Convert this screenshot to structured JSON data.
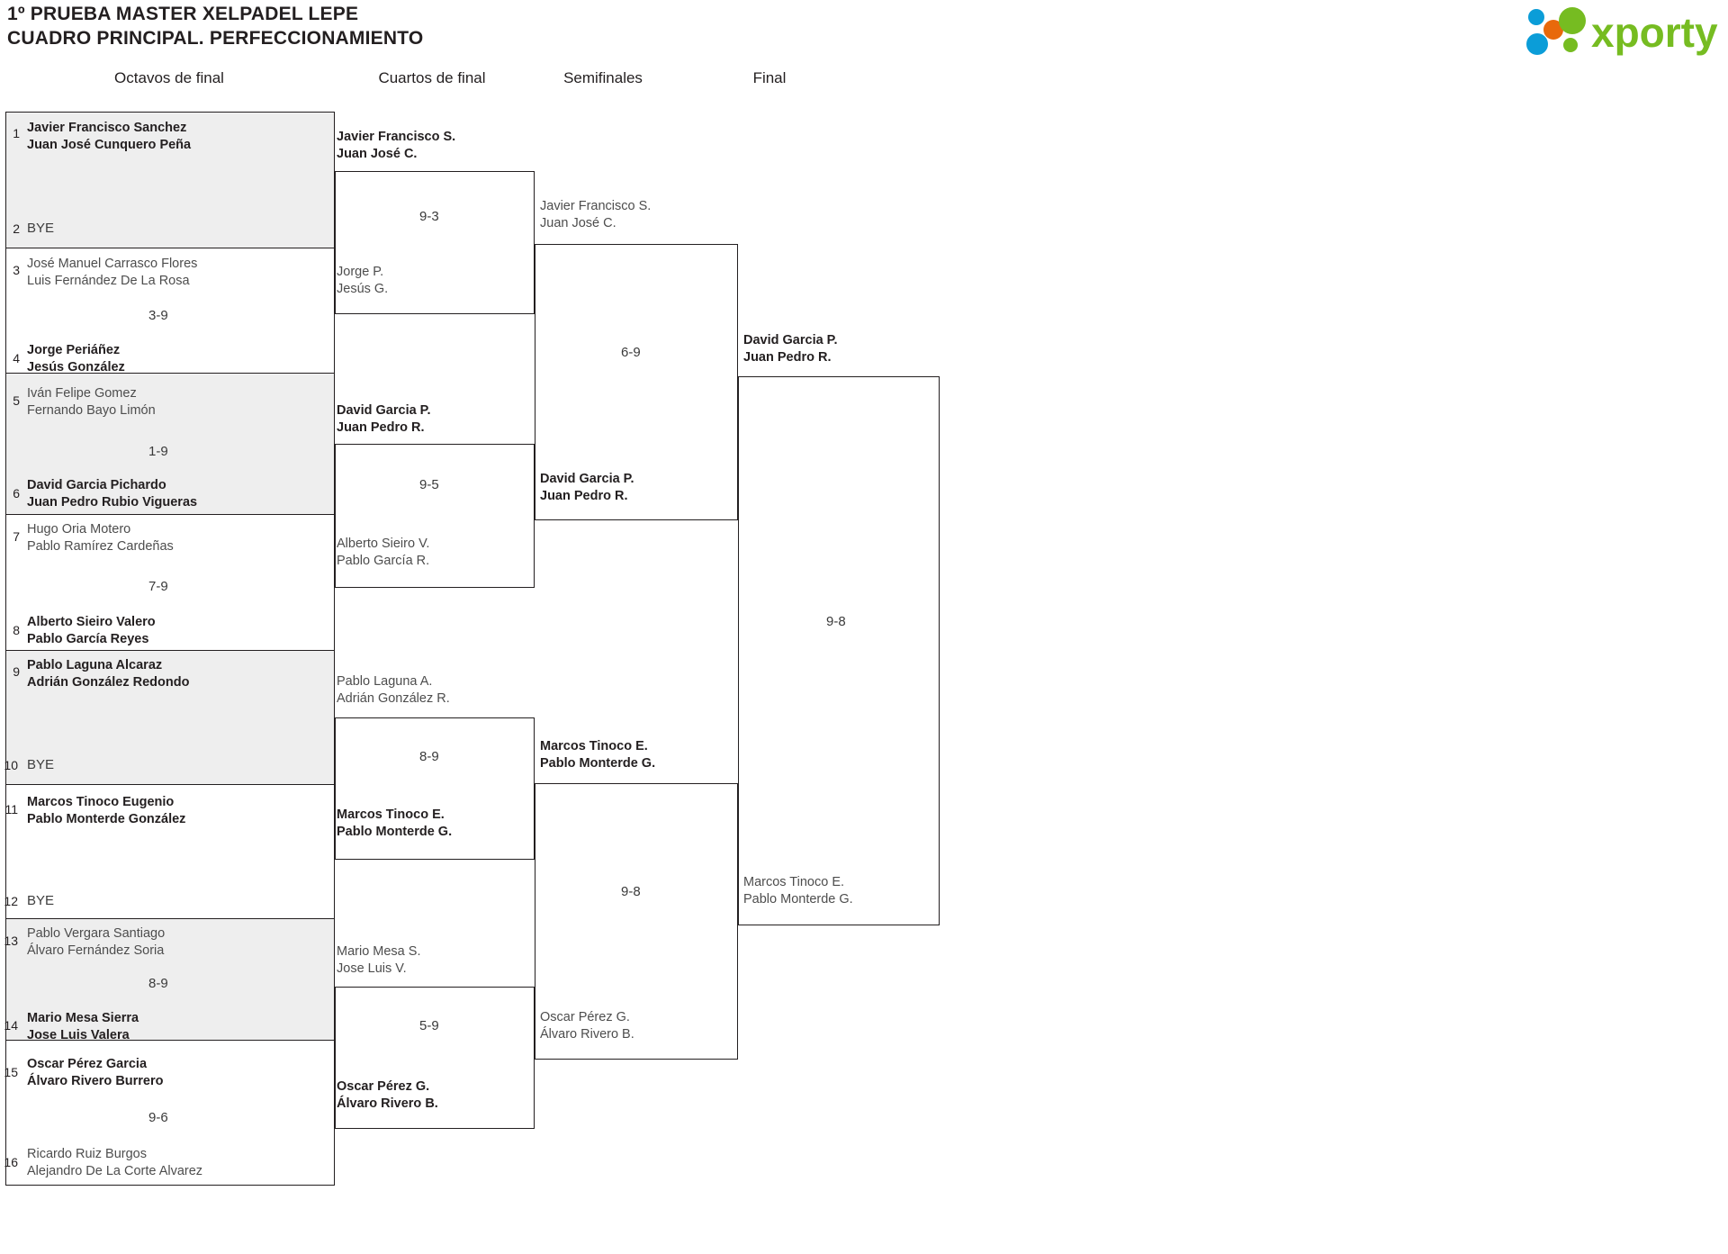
{
  "header": {
    "title_line1": "1º PRUEBA MASTER XELPADEL LEPE",
    "title_line2": "CUADRO PRINCIPAL. PERFECCIONAMIENTO",
    "logo_text": "xporty"
  },
  "rounds": [
    {
      "label": "Octavos de final"
    },
    {
      "label": "Cuartos de final"
    },
    {
      "label": "Semifinales"
    },
    {
      "label": "Final"
    }
  ],
  "round1": {
    "entries": [
      {
        "seed": "1",
        "p1": "Javier Francisco Sanchez",
        "p2": "Juan José Cunquero Peña",
        "winner": true
      },
      {
        "seed": "2",
        "bye": "BYE"
      },
      {
        "seed": "3",
        "p1": "José Manuel Carrasco Flores",
        "p2": "Luis Fernández De La Rosa",
        "winner": false
      },
      {
        "seed": "4",
        "p1": "Jorge Periáñez",
        "p2": "Jesús González",
        "winner": true
      },
      {
        "seed": "5",
        "p1": "Iván Felipe Gomez",
        "p2": "Fernando Bayo Limón",
        "winner": false
      },
      {
        "seed": "6",
        "p1": "David Garcia Pichardo",
        "p2": "Juan Pedro Rubio Vigueras",
        "winner": true
      },
      {
        "seed": "7",
        "p1": "Hugo Oria Motero",
        "p2": "Pablo Ramírez Cardeñas",
        "winner": false
      },
      {
        "seed": "8",
        "p1": "Alberto Sieiro Valero",
        "p2": "Pablo García Reyes",
        "winner": true
      },
      {
        "seed": "9",
        "p1": "Pablo Laguna Alcaraz",
        "p2": "Adrián González Redondo",
        "winner": true
      },
      {
        "seed": "10",
        "bye": "BYE"
      },
      {
        "seed": "11",
        "p1": "Marcos Tinoco Eugenio",
        "p2": "Pablo Monterde González",
        "winner": true
      },
      {
        "seed": "12",
        "bye": "BYE"
      },
      {
        "seed": "13",
        "p1": "Pablo Vergara Santiago",
        "p2": "Álvaro Fernández Soria",
        "winner": false
      },
      {
        "seed": "14",
        "p1": "Mario Mesa Sierra",
        "p2": "Jose Luis Valera",
        "winner": true
      },
      {
        "seed": "15",
        "p1": "Oscar Pérez Garcia",
        "p2": "Álvaro Rivero Burrero",
        "winner": true
      },
      {
        "seed": "16",
        "p1": "Ricardo Ruiz Burgos",
        "p2": "Alejandro De La Corte Alvarez",
        "winner": false
      }
    ],
    "scores": [
      "",
      "3-9",
      "1-9",
      "7-9",
      "",
      "",
      "8-9",
      "9-6"
    ]
  },
  "round2": {
    "matches": [
      {
        "top_p1": "Javier Francisco S.",
        "top_p2": "Juan José C.",
        "top_winner": true,
        "bot_p1": "Jorge P.",
        "bot_p2": "Jesús G.",
        "bot_winner": false,
        "score": "9-3"
      },
      {
        "top_p1": "David Garcia P.",
        "top_p2": "Juan Pedro R.",
        "top_winner": true,
        "bot_p1": "Alberto Sieiro V.",
        "bot_p2": "Pablo García R.",
        "bot_winner": false,
        "score": "9-5"
      },
      {
        "top_p1": "Pablo Laguna A.",
        "top_p2": "Adrián González R.",
        "top_winner": false,
        "bot_p1": "Marcos Tinoco E.",
        "bot_p2": "Pablo Monterde G.",
        "bot_winner": true,
        "score": "8-9"
      },
      {
        "top_p1": "Mario Mesa S.",
        "top_p2": "Jose Luis V.",
        "top_winner": false,
        "bot_p1": "Oscar Pérez G.",
        "bot_p2": "Álvaro Rivero B.",
        "bot_winner": true,
        "score": "5-9"
      }
    ]
  },
  "round3": {
    "matches": [
      {
        "top_p1": "Javier Francisco S.",
        "top_p2": "Juan José C.",
        "top_winner": false,
        "bot_p1": "David Garcia P.",
        "bot_p2": "Juan Pedro R.",
        "bot_winner": true,
        "score": "6-9"
      },
      {
        "top_p1": "Marcos Tinoco E.",
        "top_p2": "Pablo Monterde G.",
        "top_winner": true,
        "bot_p1": "Oscar Pérez G.",
        "bot_p2": "Álvaro Rivero B.",
        "bot_winner": false,
        "score": "9-8"
      }
    ]
  },
  "round4": {
    "matches": [
      {
        "top_p1": "David Garcia P.",
        "top_p2": "Juan Pedro R.",
        "top_winner": true,
        "bot_p1": "Marcos Tinoco E.",
        "bot_p2": "Pablo Monterde G.",
        "bot_winner": false,
        "score": "9-8"
      }
    ]
  },
  "colors": {
    "shade": "#eeeeee",
    "line": "#231f20",
    "logo_green": "#76bc21",
    "logo_blue": "#0b9dd8",
    "logo_orange": "#e8690b"
  }
}
